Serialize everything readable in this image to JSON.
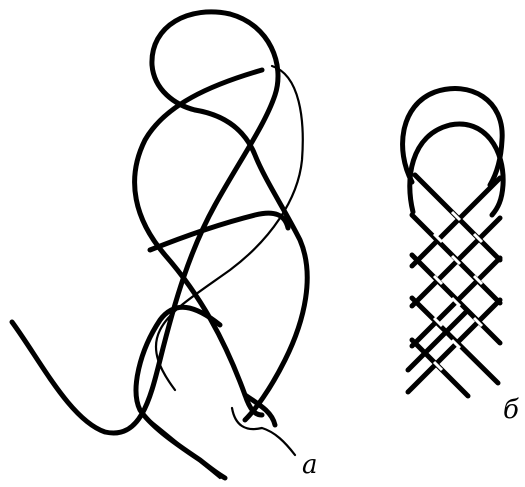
{
  "figures": [
    {
      "id": "a",
      "label": "а",
      "description_icon": "loose-knot-icon"
    },
    {
      "id": "b",
      "label": "б",
      "description_icon": "braided-knot-icon"
    }
  ],
  "colors": {
    "stroke": "#000000",
    "background": "#ffffff"
  }
}
